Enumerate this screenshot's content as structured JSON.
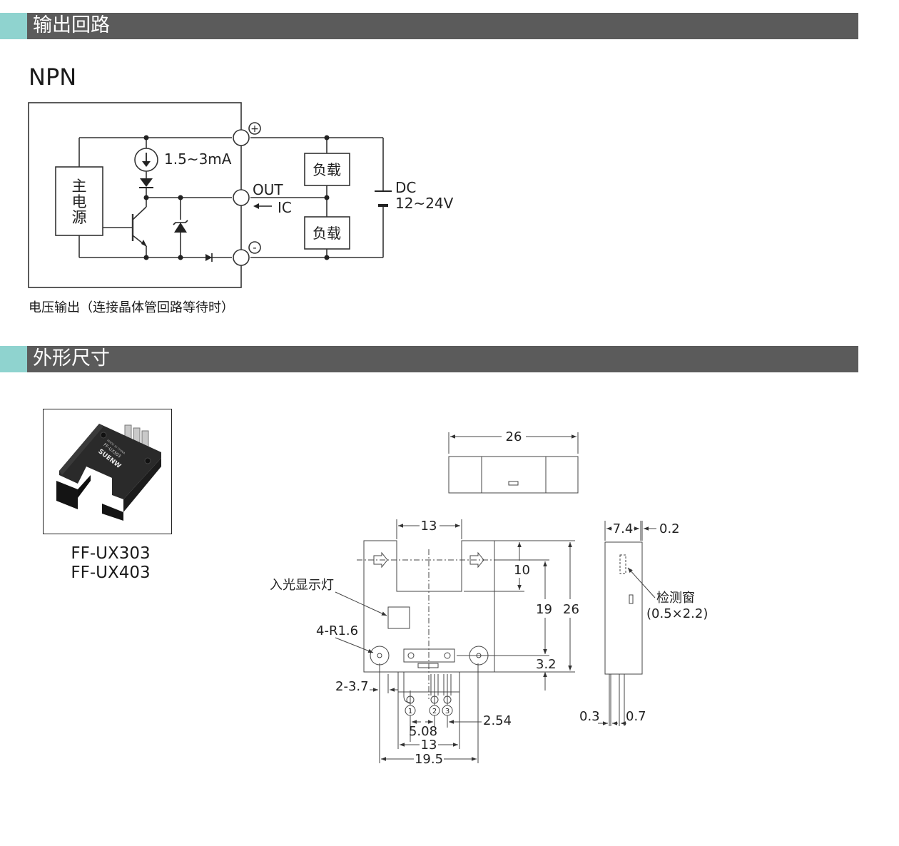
{
  "sections": [
    {
      "title": "输出回路"
    },
    {
      "title": "外形尺寸"
    }
  ],
  "circuit": {
    "type_label": "NPN",
    "main_power": [
      "主",
      "电",
      "源"
    ],
    "current_label": "1.5~3mA",
    "out_label": "OUT",
    "ic_label": "IC",
    "dc_label": "DC",
    "voltage_label": "12~24V",
    "load1": "负载",
    "load2": "负载",
    "plus_symbol": "+",
    "minus_symbol": "-",
    "caption": "电压输出（连接晶体管回路等待时）"
  },
  "product": {
    "models": [
      "FF-UX303",
      "FF-UX403"
    ],
    "photo_text": [
      "SUENW",
      "FF-UX303",
      "MADE IN CHINA"
    ]
  },
  "dimensions": {
    "top_width": "26",
    "gap_width": "13",
    "slot_depth": "10",
    "height_19": "19",
    "height_26": "26",
    "pin_offset": "3.2",
    "side_width": "7.4",
    "side_gap": "0.2",
    "hole_radius": "4-R1.6",
    "led_label": "入光显示灯",
    "mount_label": "2-3.7",
    "pin_pitch": "2.54",
    "pin_span": "5.08",
    "base_width": "13",
    "total_width": "19.5",
    "pin_thick_a": "0.3",
    "pin_thick_b": "0.7",
    "window_label": "检测窗",
    "window_size": "(0.5×2.2)",
    "pin_numbers": [
      "1",
      "2",
      "3"
    ]
  }
}
